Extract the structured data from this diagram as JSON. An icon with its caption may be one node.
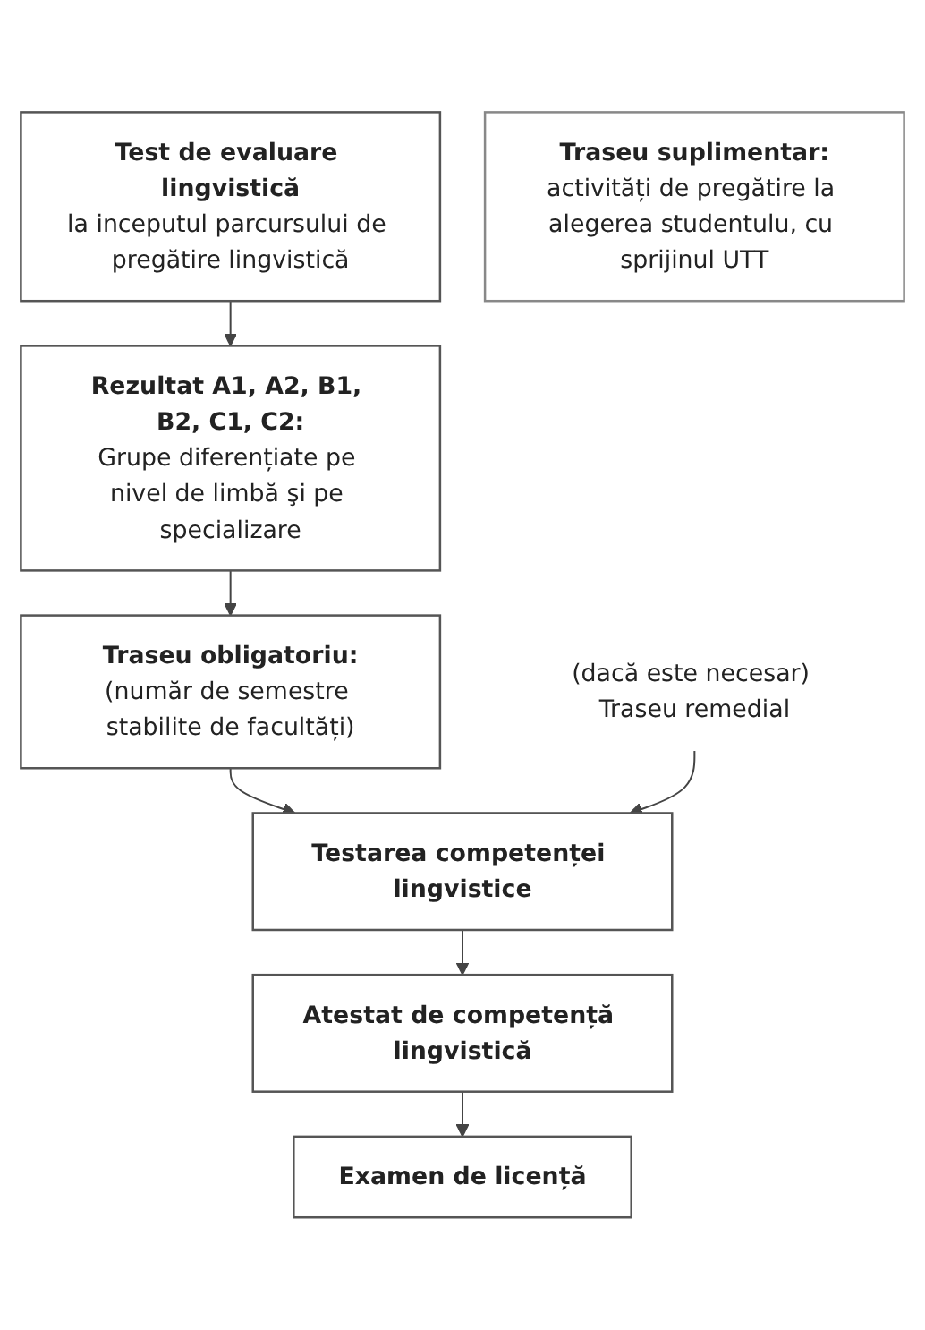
{
  "diagram": {
    "nodes": [
      {
        "text": [
          "Test de evaluare lingvistică",
          "la inceputul parcursului de pregătire lingvistică"
        ]
      },
      {
        "text": [
          "Rezultat A1, A2, B1, B2, C1, C2:",
          "Grupe diferențiate pe nivel de limbă şi pe specializare"
        ]
      },
      {
        "text": [
          "Traseu obligatoriu:",
          "(număr de semestre stabilite de facultăți)"
        ]
      },
      {
        "text": [
          "Testarea competenței lingvistice"
        ]
      },
      {
        "text": [
          "(dacă este necesar) Traseu remedial"
        ]
      },
      {
        "text": [
          "Atestat de competență lingvistică"
        ]
      },
      {
        "text": [
          "Examen de licență"
        ]
      },
      {
        "text": [
          "Traseu suplimentar:",
          "activități de pregătire la alegerea studentulu, cu sprijinul UTT"
        ]
      }
    ],
    "edges": [
      {
        "from": 0,
        "to": 1,
        "arrow": "to"
      },
      {
        "from": 1,
        "to": 2,
        "arrow": "to"
      },
      {
        "from": 2,
        "to": 3,
        "arrow": "to"
      },
      {
        "from": 4,
        "to": 3,
        "arrow": "to"
      },
      {
        "from": 3,
        "to": 5,
        "arrow": "to"
      },
      {
        "from": 5,
        "to": 6,
        "arrow": "to"
      }
    ]
  }
}
